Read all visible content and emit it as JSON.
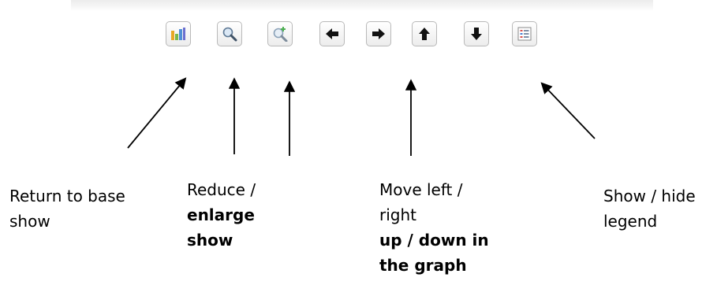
{
  "toolbar": {
    "buttons": [
      {
        "icon": "chart-icon",
        "tooltip": ""
      },
      {
        "icon": "zoom-out-icon",
        "tooltip": ""
      },
      {
        "icon": "zoom-in-icon",
        "tooltip": ""
      },
      {
        "icon": "arrow-left-icon",
        "tooltip": ""
      },
      {
        "icon": "arrow-right-icon",
        "tooltip": ""
      },
      {
        "icon": "arrow-up-icon",
        "tooltip": ""
      },
      {
        "icon": "arrow-down-icon",
        "tooltip": ""
      },
      {
        "icon": "legend-icon",
        "tooltip": ""
      }
    ]
  },
  "annotations": {
    "return": {
      "line1": "Return to base",
      "line2": "show"
    },
    "zoom": {
      "line1": "Reduce /",
      "line2": "enlarge",
      "line3": "show"
    },
    "move": {
      "line1": "Move left /",
      "line2": "right",
      "line3": "up / down in",
      "line4": "the graph"
    },
    "legend": {
      "line1": "Show / hide",
      "line2": "legend"
    }
  },
  "colors": {
    "chart_bar_1": "#e8a825",
    "chart_bar_2": "#4f8fd6",
    "chart_bar_3": "#7bb84a",
    "legend_red": "#d9534f",
    "legend_blue": "#4a7fd1"
  }
}
